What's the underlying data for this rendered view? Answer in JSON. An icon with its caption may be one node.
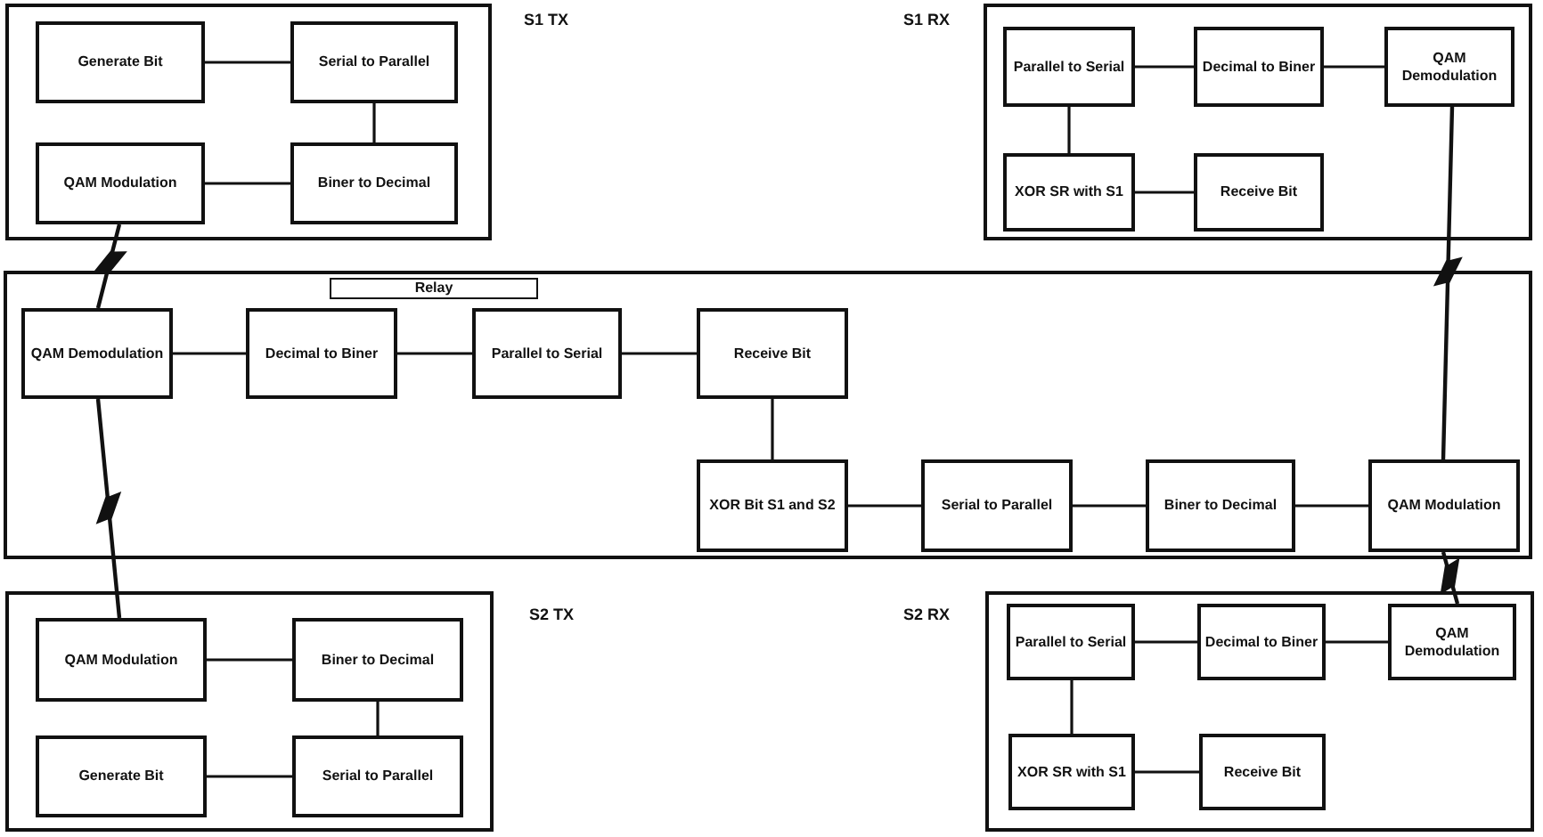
{
  "diagram": {
    "nodes": [
      {
        "text": [
          "S1 TX"
        ]
      },
      {
        "text": [
          "Generate Bit"
        ],
        "in": 0
      },
      {
        "text": [
          "Serial to Parallel"
        ],
        "in": 0
      },
      {
        "text": [
          "QAM Modulation"
        ],
        "in": 0
      },
      {
        "text": [
          "Biner to Decimal"
        ],
        "in": 0
      },
      {
        "text": [
          "S1 RX"
        ]
      },
      {
        "text": [
          "Parallel to Serial"
        ],
        "in": 5
      },
      {
        "text": [
          "Decimal to Biner"
        ],
        "in": 5
      },
      {
        "text": [
          "QAM Demodulation"
        ],
        "in": 5
      },
      {
        "text": [
          "XOR SR with S1"
        ],
        "in": 5
      },
      {
        "text": [
          "Receive Bit"
        ],
        "in": 5
      },
      {
        "text": [
          "Relay"
        ]
      },
      {
        "text": [
          "QAM Demodulation"
        ],
        "in": 11
      },
      {
        "text": [
          "Decimal to Biner"
        ],
        "in": 11
      },
      {
        "text": [
          "Parallel to Serial"
        ],
        "in": 11
      },
      {
        "text": [
          "Receive Bit"
        ],
        "in": 11
      },
      {
        "text": [
          "XOR Bit S1 and S2"
        ],
        "in": 11
      },
      {
        "text": [
          "Serial to Parallel"
        ],
        "in": 11
      },
      {
        "text": [
          "Biner to Decimal"
        ],
        "in": 11
      },
      {
        "text": [
          "QAM Modulation"
        ],
        "in": 11
      },
      {
        "text": [
          "S2 TX"
        ]
      },
      {
        "text": [
          "QAM Modulation"
        ],
        "in": 20
      },
      {
        "text": [
          "Biner to Decimal"
        ],
        "in": 20
      },
      {
        "text": [
          "Generate Bit"
        ],
        "in": 20
      },
      {
        "text": [
          "Serial to Parallel"
        ],
        "in": 20
      },
      {
        "text": [
          "S2 RX"
        ]
      },
      {
        "text": [
          "Parallel to Serial"
        ],
        "in": 25
      },
      {
        "text": [
          "Decimal to Biner"
        ],
        "in": 25
      },
      {
        "text": [
          "QAM Demodulation"
        ],
        "in": 25
      },
      {
        "text": [
          "XOR SR with S1"
        ],
        "in": 25
      },
      {
        "text": [
          "Receive Bit"
        ],
        "in": 25
      }
    ],
    "edges": [
      {
        "from": 1,
        "to": 2,
        "arrow": "none"
      },
      {
        "from": 2,
        "to": 4,
        "arrow": "none"
      },
      {
        "from": 4,
        "to": 3,
        "arrow": "none"
      },
      {
        "from": 6,
        "to": 7,
        "arrow": "none"
      },
      {
        "from": 7,
        "to": 8,
        "arrow": "none"
      },
      {
        "from": 6,
        "to": 9,
        "arrow": "none"
      },
      {
        "from": 9,
        "to": 10,
        "arrow": "none"
      },
      {
        "from": 12,
        "to": 13,
        "arrow": "none"
      },
      {
        "from": 13,
        "to": 14,
        "arrow": "none"
      },
      {
        "from": 14,
        "to": 15,
        "arrow": "none"
      },
      {
        "from": 15,
        "to": 16,
        "arrow": "none"
      },
      {
        "from": 16,
        "to": 17,
        "arrow": "none"
      },
      {
        "from": 17,
        "to": 18,
        "arrow": "none"
      },
      {
        "from": 18,
        "to": 19,
        "arrow": "none"
      },
      {
        "from": 21,
        "to": 22,
        "arrow": "none"
      },
      {
        "from": 22,
        "to": 24,
        "arrow": "none"
      },
      {
        "from": 24,
        "to": 23,
        "arrow": "none"
      },
      {
        "from": 26,
        "to": 27,
        "arrow": "none"
      },
      {
        "from": 27,
        "to": 28,
        "arrow": "none"
      },
      {
        "from": 26,
        "to": 29,
        "arrow": "none"
      },
      {
        "from": 29,
        "to": 30,
        "arrow": "none"
      },
      {
        "from": 3,
        "to": 12,
        "arrow": "none"
      },
      {
        "from": 21,
        "to": 12,
        "arrow": "none"
      },
      {
        "from": 19,
        "to": 8,
        "arrow": "none"
      },
      {
        "from": 19,
        "to": 28,
        "arrow": "none"
      }
    ]
  }
}
